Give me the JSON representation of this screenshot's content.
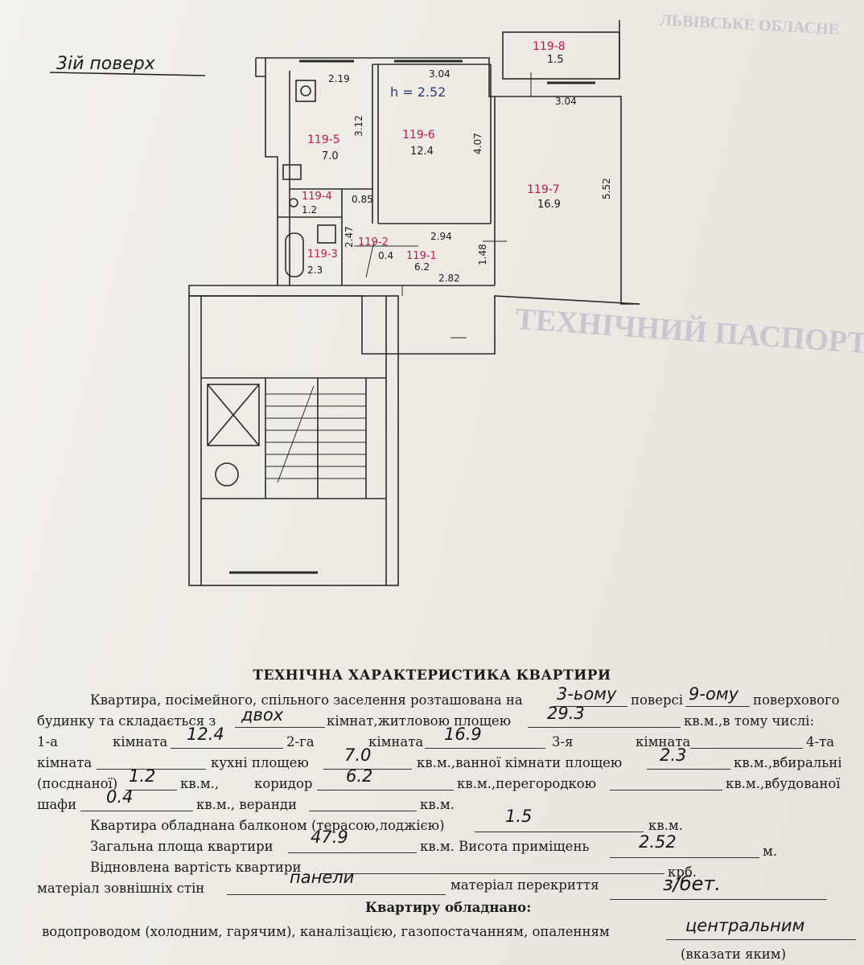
{
  "header": {
    "floor_label": "3ій поверх"
  },
  "plan": {
    "ceiling_height": "h = 2.52",
    "dims": {
      "kitchen_top": "2.19",
      "kitchen_side": "3.12",
      "room1_top": "3.04",
      "room1_side": "4.07",
      "room2_top": "3.04",
      "room2_side": "5.52",
      "wc_w": "0.85",
      "bath_side": "2.47",
      "corridor_top": "2.94",
      "corridor_bottom": "2.82",
      "corridor_side": "1.48"
    },
    "rooms": [
      {
        "id": "kitchen",
        "label": "119-5",
        "area": "7.0"
      },
      {
        "id": "room1",
        "label": "119-6",
        "area": "12.4"
      },
      {
        "id": "room2",
        "label": "119-7",
        "area": "16.9"
      },
      {
        "id": "balcony",
        "label": "119-8",
        "area": "1.5"
      },
      {
        "id": "wc",
        "label": "119-4",
        "area": "1.2"
      },
      {
        "id": "bath",
        "label": "119-3",
        "area": "2.3"
      },
      {
        "id": "closet",
        "label": "119-2",
        "area": "0.4"
      },
      {
        "id": "corridor",
        "label": "119-1",
        "area": "6.2"
      }
    ]
  },
  "ghost_text": {
    "line1": "ЛЬВІВСЬКЕ ОБЛАСНЕ",
    "line2": "ТЕХНІЧНИЙ ПАСПОРТ"
  },
  "doc": {
    "title": "ТЕХНІЧНА ХАРАКТЕРИСТИКА КВАРТИРИ",
    "l1a": "Квартира, посімейного, спільного заселення розташована на",
    "l1b": "поверсі",
    "l1c": "поверхового",
    "l2a": "будинку та складається з",
    "l2b": "кімнат,житловою площею",
    "l2c": "кв.м.,в тому числі:",
    "l3a": "1-а",
    "l3b": "кімната",
    "l3c": "2-га",
    "l3d": "кімната",
    "l3e": "3-я",
    "l3f": "кімната",
    "l3g": "4-та",
    "l4a": "кімната",
    "l4b": "кухні площею",
    "l4c": "кв.м.,ванної кімнати площею",
    "l4d": "кв.м.,вбиральні",
    "l5a": "(посднаної)",
    "l5b": "кв.м.,",
    "l5c": "коридор",
    "l5d": "кв.м.,перегородкою",
    "l5e": "кв.м.,вбудованої",
    "l6a": "шафи",
    "l6b": "кв.м., веранди",
    "l6c": "кв.м.",
    "l7a": "Квартира обладнана балконом (терасою,лоджією)",
    "l7b": "кв.м.",
    "l8a": "Загальна площа квартири",
    "l8b": "кв.м. Висота приміщень",
    "l8c": "м.",
    "l9a": "Відновлена вартість квартири",
    "l9b": "крб.",
    "l10a": "матеріал зовнішніх стін",
    "l10b": "матеріал перекриття",
    "l11": "Квартиру обладнано:",
    "l12": "водопроводом (холодним, гарячим), каналізацією, газопостачанням, опаленням",
    "l13": "(вказати яким)"
  },
  "filled": {
    "floor": "3-ьому",
    "floors_total": "9-ому",
    "rooms_count": "двох",
    "living_area": "29.3",
    "room1": "12.4",
    "room2": "16.9",
    "kitchen": "7.0",
    "bath": "2.3",
    "wc": "1.2",
    "corridor": "6.2",
    "closet": "0.4",
    "balcony": "1.5",
    "total_area": "47.9",
    "height": "2.52",
    "walls": "панели",
    "ceiling_material": "з/бет.",
    "heating": "центральним"
  }
}
